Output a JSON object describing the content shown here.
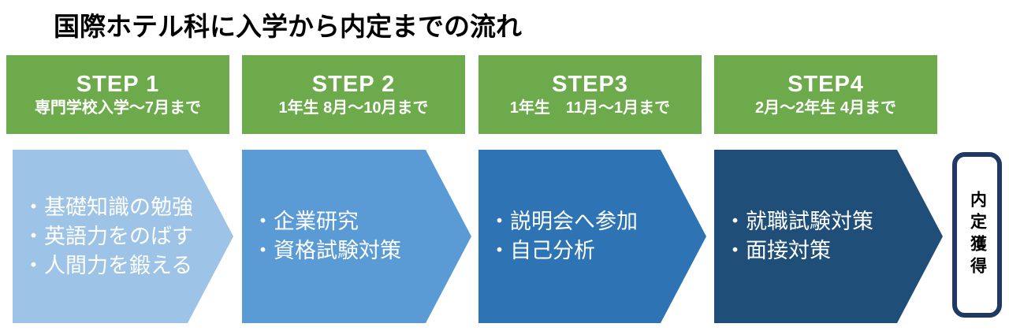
{
  "title": "国際ホテル科に入学から内定までの流れ",
  "colors": {
    "step_header_green": "#6CAA4B",
    "arrow_step1_light_blue": "#9DC3E6",
    "arrow_step2_medium_blue": "#5B9BD5",
    "arrow_step3_dark_blue": "#2E74B5",
    "arrow_step4_navy_blue": "#1F4E79",
    "goal_border_navy": "#1F3864",
    "text_white": "#FFFFFF",
    "text_black": "#000000"
  },
  "steps": [
    {
      "step": "STEP 1",
      "period": "専門学校入学～7月まで",
      "tasks": [
        "・基礎知識の勉強",
        "・英語力をのばす",
        "・人間力を鍛える"
      ],
      "arrow_color": "#9DC3E6"
    },
    {
      "step": "STEP 2",
      "period": "1年生 8月～10月まで",
      "tasks": [
        "・企業研究",
        "・資格試験対策"
      ],
      "arrow_color": "#5B9BD5"
    },
    {
      "step": "STEP3",
      "period": "1年生　11月～1月まで",
      "tasks": [
        "・説明会へ参加",
        "・自己分析"
      ],
      "arrow_color": "#2E74B5"
    },
    {
      "step": "STEP4",
      "period": "2月～2年生 4月まで",
      "tasks": [
        "・就職試験対策",
        "・面接対策"
      ],
      "arrow_color": "#1F4E79"
    }
  ],
  "goal": {
    "text": "内定獲得"
  }
}
